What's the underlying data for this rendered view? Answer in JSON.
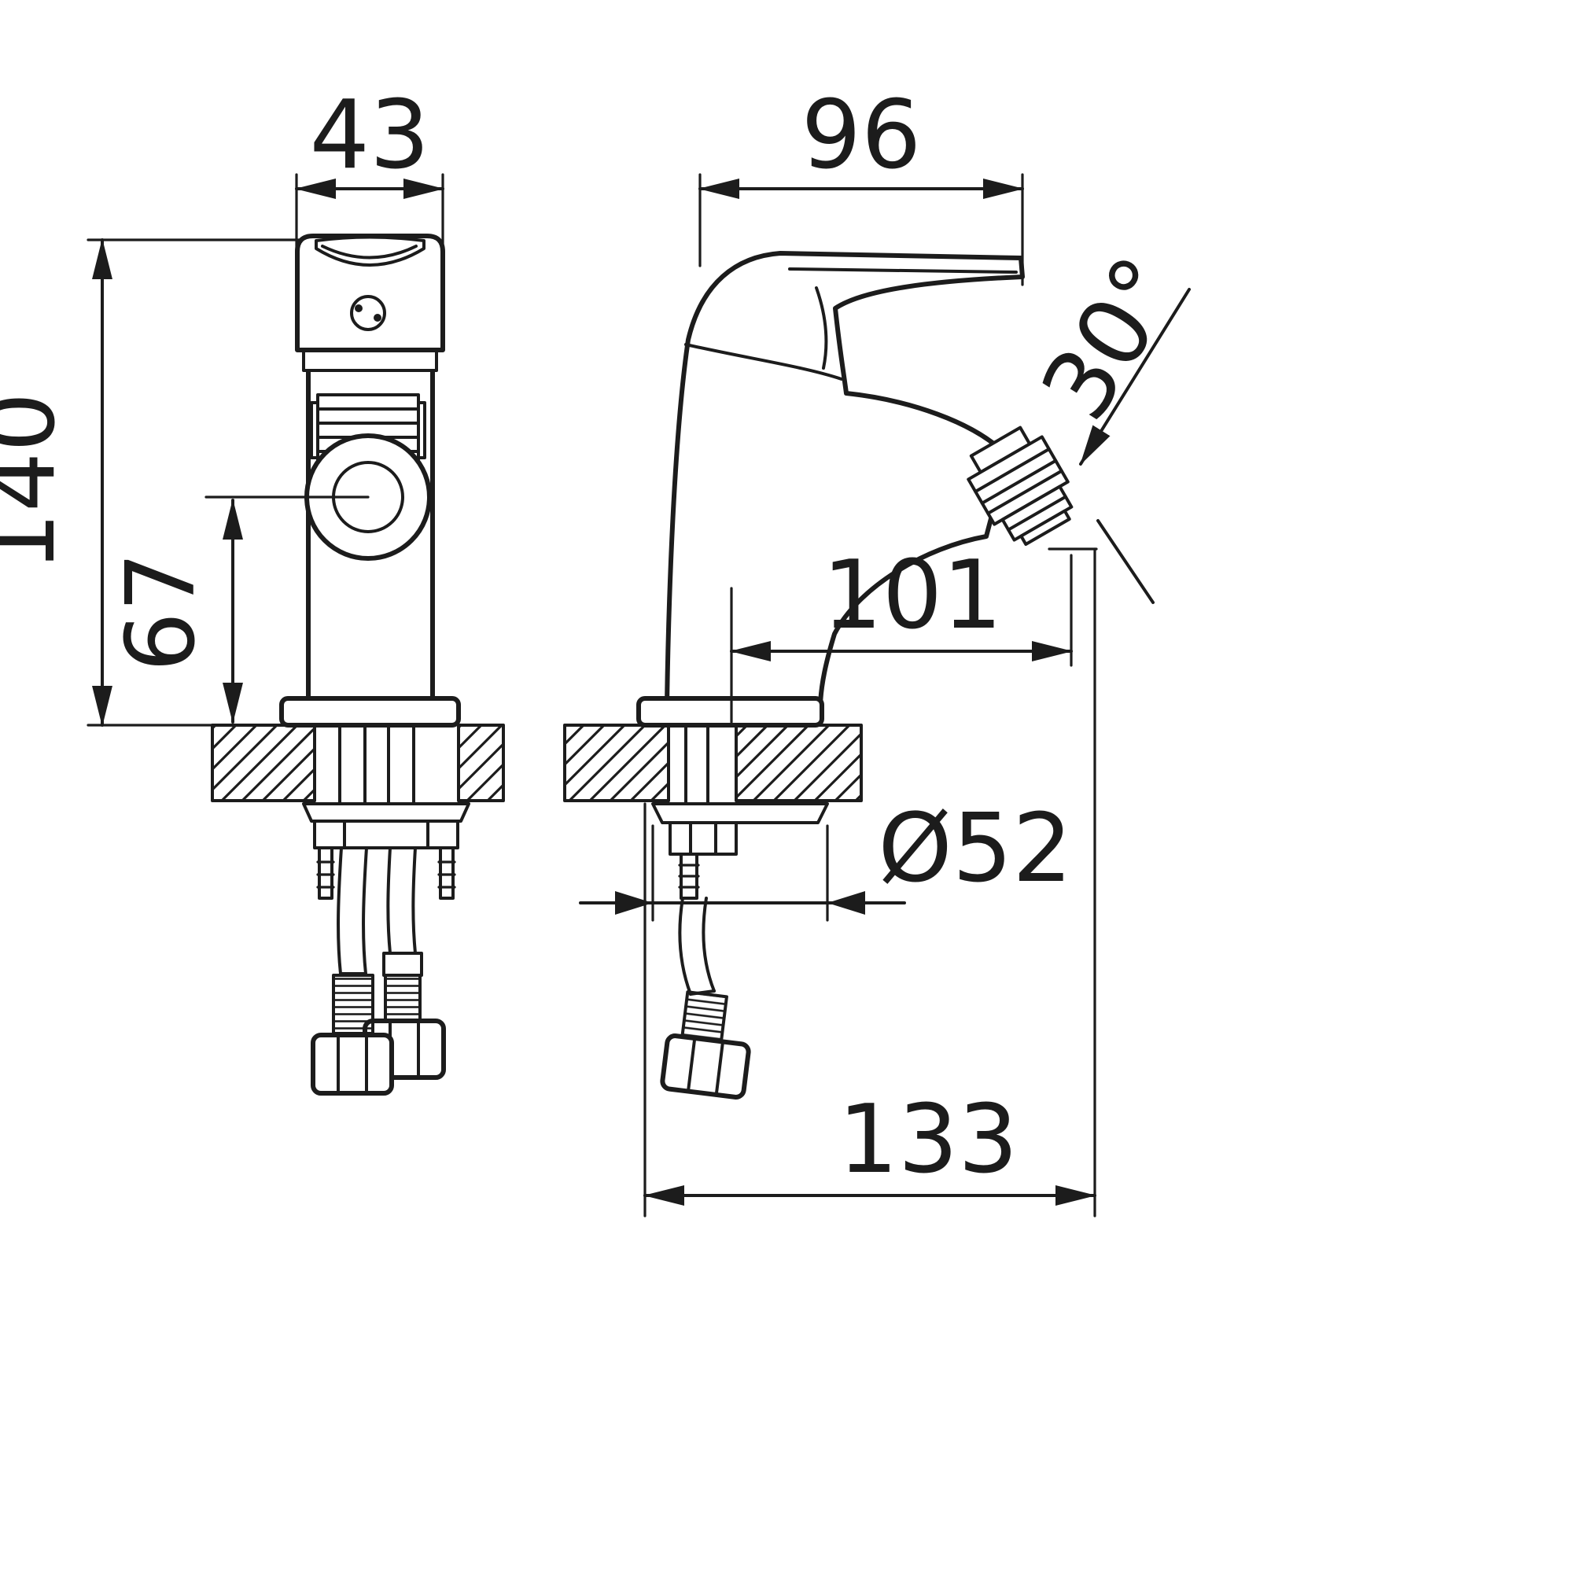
{
  "drawing": {
    "background_color": "#ffffff",
    "line_color": "#1c1c1c",
    "dimensions": {
      "body_width": "43",
      "handle_depth": "96",
      "total_height": "140",
      "spout_height": "67",
      "aerator_angle": "30°",
      "spout_reach": "101",
      "base_diameter": "Ø52",
      "hose_depth": "133"
    }
  }
}
